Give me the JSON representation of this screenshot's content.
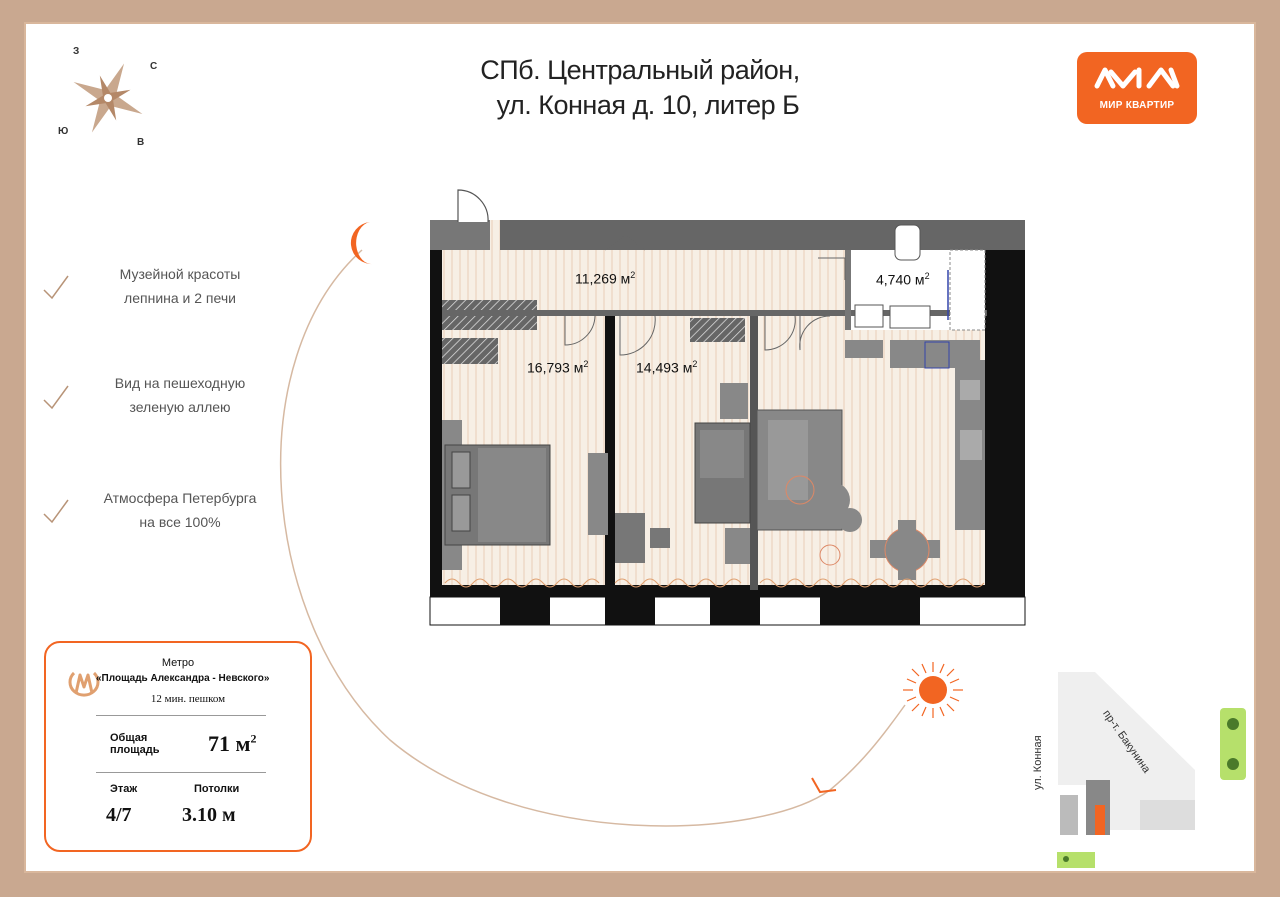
{
  "header": {
    "line1": "СПб. Центральный район,",
    "line2": "ул. Конная д. 10, литер Б"
  },
  "logo": {
    "text": "МИР КВАРТИР",
    "color": "#f26522"
  },
  "compass": {
    "n": "З",
    "e": "С",
    "w": "Ю",
    "s": "В"
  },
  "features": [
    {
      "l1": "Музейной красоты",
      "l2": "лепнина и 2 печи"
    },
    {
      "l1": "Вид на пешеходную",
      "l2": "зеленую аллею"
    },
    {
      "l1": "Атмосфера Петербурга",
      "l2": "на все 100%"
    }
  ],
  "info": {
    "metro_label": "Метро",
    "metro_station": "«Площадь Александра - Невского»",
    "metro_walk": "12 мин. пешком",
    "area_label_1": "Общая",
    "area_label_2": "площадь",
    "area_value": "71 м",
    "area_sup": "2",
    "floor_label": "Этаж",
    "floor_value": "4/7",
    "ceiling_label": "Потолки",
    "ceiling_value": "3.10 м"
  },
  "rooms": {
    "hall": "11,269 м",
    "bath": "4,740 м",
    "bedroom1": "16,793 м",
    "bedroom2": "14,493 м",
    "sup": "2"
  },
  "streets": {
    "konnaya": "ул. Конная",
    "bakunina": "пр-т. Бакунина"
  },
  "colors": {
    "accent": "#f26522",
    "frame": "#c9a890",
    "wall": "#111111",
    "floor": "#f4ede4"
  }
}
